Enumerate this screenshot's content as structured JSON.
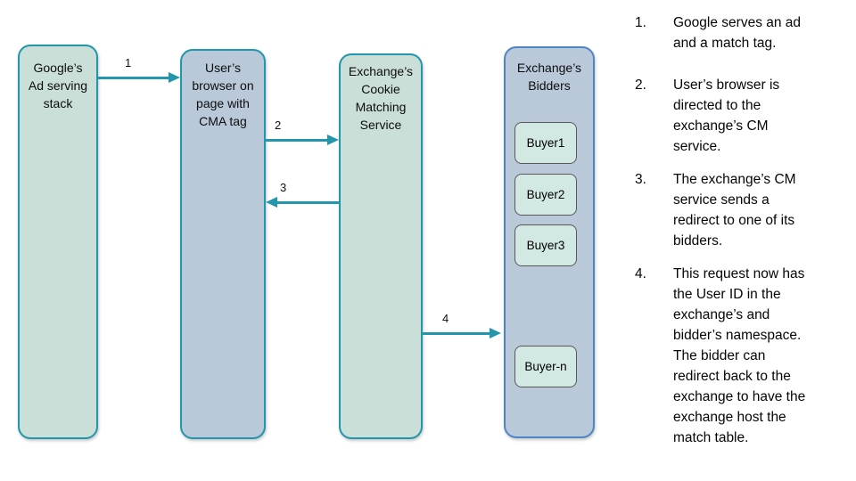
{
  "colors": {
    "green-fill": "#c9dfd8",
    "blue-fill": "#b9c9d9",
    "teal": "#2196ad",
    "blue-border": "#4e86c5",
    "buyer-fill": "#d2e8e3",
    "buyer-border": "#58585a"
  },
  "diagram": {
    "nodes": [
      {
        "id": "google-ad-stack",
        "label": "Google’s\nAd serving\nstack"
      },
      {
        "id": "user-browser",
        "label": "User’s\nbrowser on\npage with\nCMA tag"
      },
      {
        "id": "exchange-cm-service",
        "label": "Exchange’s\nCookie\nMatching\nService"
      },
      {
        "id": "exchange-bidders",
        "label": "Exchange’s\nBidders",
        "buyers": [
          {
            "label": "Buyer1"
          },
          {
            "label": "Buyer2"
          },
          {
            "label": "Buyer3"
          },
          {
            "label": "Buyer-n"
          }
        ]
      }
    ],
    "arrows": [
      {
        "label": "1",
        "from": "google-ad-stack",
        "to": "user-browser"
      },
      {
        "label": "2",
        "from": "user-browser",
        "to": "exchange-cm-service"
      },
      {
        "label": "3",
        "from": "exchange-cm-service",
        "to": "user-browser"
      },
      {
        "label": "4",
        "from": "exchange-cm-service",
        "to": "exchange-bidders"
      }
    ]
  },
  "notes": {
    "items": [
      {
        "number": "1.",
        "text": "Google serves an ad\nand a match tag."
      },
      {
        "number": "2.",
        "text": "User’s browser is\ndirected to the\nexchange’s CM\nservice."
      },
      {
        "number": "3.",
        "text": "The exchange’s CM\nservice sends a\nredirect to one of its\nbidders."
      },
      {
        "number": "4.",
        "text": "This request now has\nthe User ID in the\nexchange’s and\nbidder’s namespace.\nThe bidder can\nredirect back to the\nexchange to have the\nexchange host the\nmatch table."
      }
    ]
  }
}
